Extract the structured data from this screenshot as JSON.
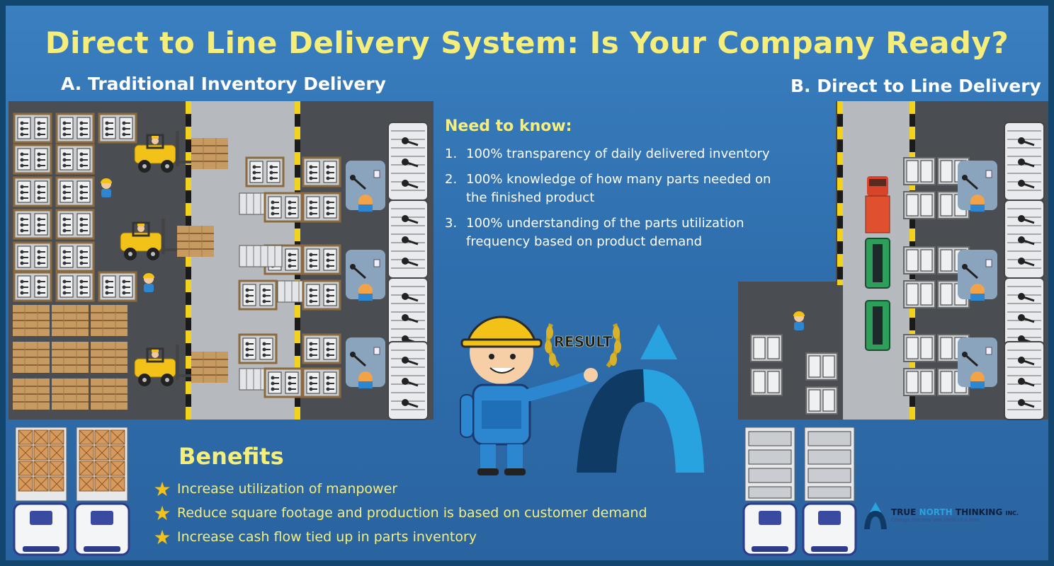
{
  "title": "Direct to Line Delivery System: Is Your Company Ready?",
  "section_a": {
    "label": "A. Traditional Inventory Delivery"
  },
  "section_b": {
    "label": "B. Direct to Line Delivery"
  },
  "need_to_know": {
    "heading": "Need to know:",
    "items": [
      {
        "num": "1.",
        "text": "100% transparency of daily delivered inventory"
      },
      {
        "num": "2.",
        "text": "100% knowledge of how many parts needed on the finished product"
      },
      {
        "num": "3.",
        "text": "100% understanding of the parts utilization frequency based on product demand"
      }
    ]
  },
  "result": {
    "label": "RESULT"
  },
  "benefits": {
    "heading": "Benefits",
    "items": [
      {
        "text": "Increase utilization of manpower"
      },
      {
        "text": "Reduce square footage and production is based on customer demand"
      },
      {
        "text": "Increase cash flow tied up in parts inventory"
      }
    ]
  },
  "logo": {
    "name_prefix": "TRUE ",
    "name_highlight": "NORTH",
    "name_suffix": " THINKING",
    "name_inc": "INC.",
    "tagline": "Change the way you think of a lean"
  },
  "colors": {
    "title_yellow": "#f6ee7a",
    "floor_gray": "#4a4d52",
    "aisle_gray": "#b6babf",
    "box_brown": "#b88a52",
    "forklift_yellow": "#f2c218",
    "accent_blue": "#29a3e0",
    "navy": "#0e3a63"
  },
  "icons": [
    "forklift-icon",
    "worker-icon",
    "parts-box-icon",
    "pallet-icon",
    "delivery-truck-icon",
    "star-icon",
    "laurel-icon",
    "true-north-logo-icon"
  ]
}
